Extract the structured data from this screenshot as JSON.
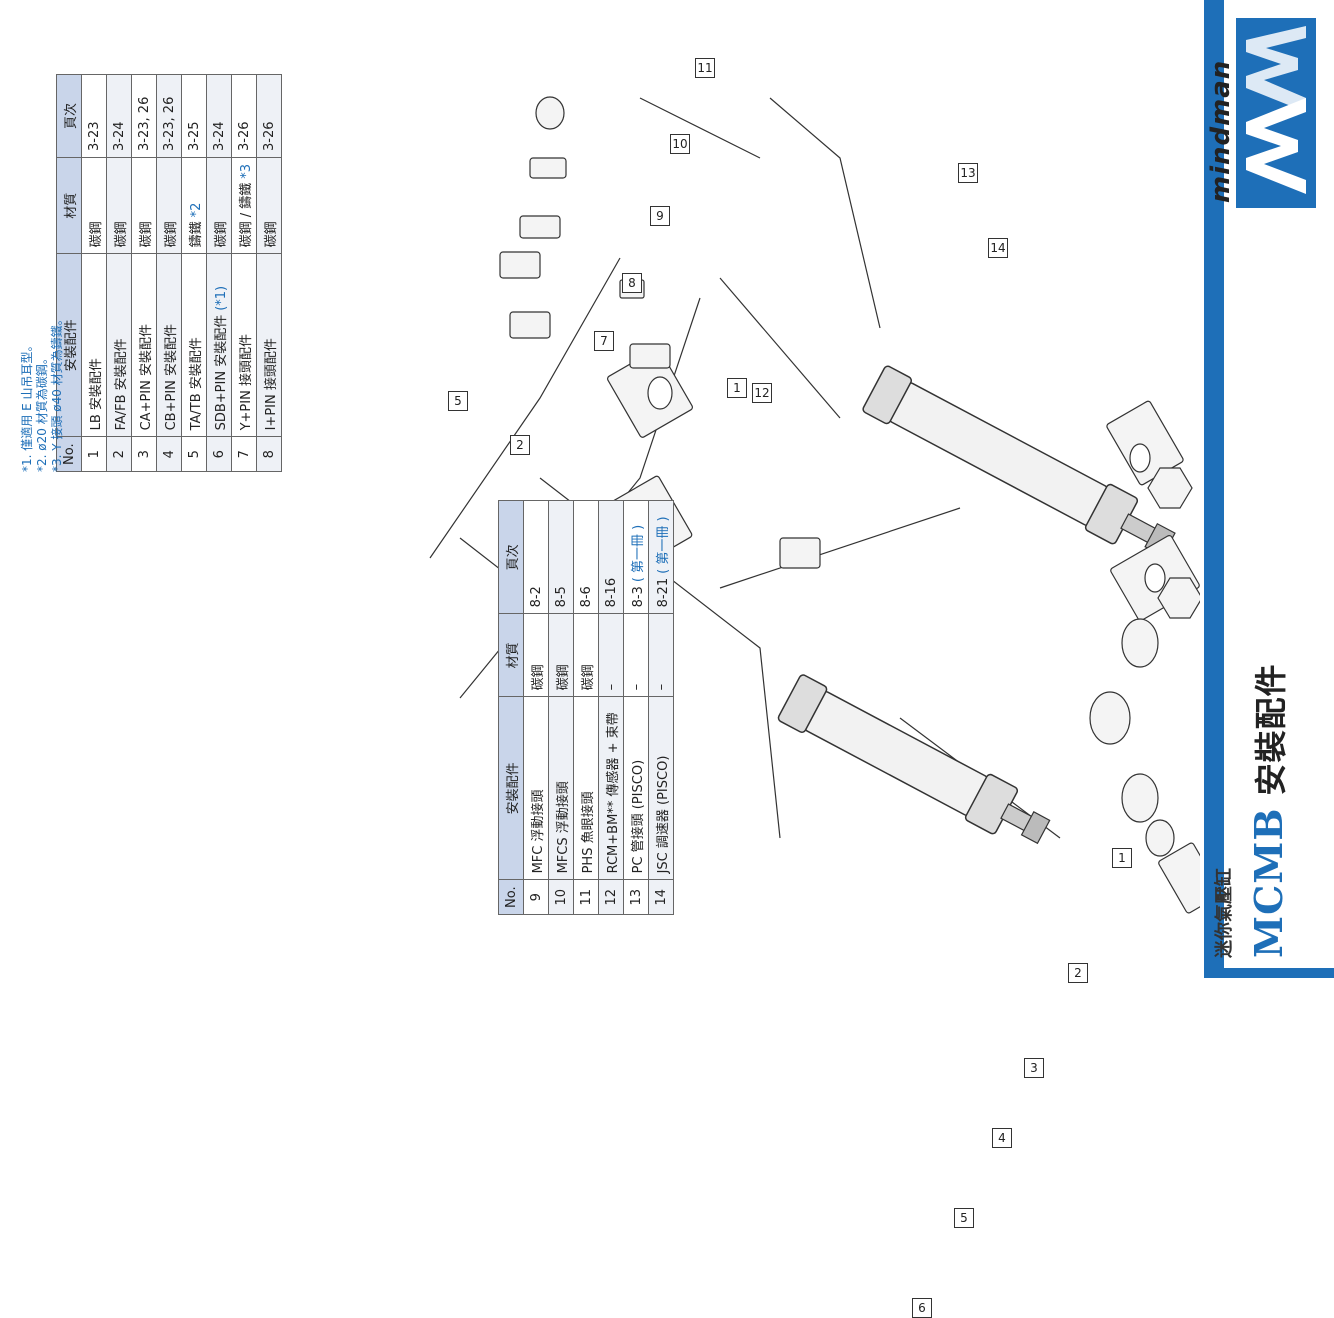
{
  "header": {
    "title": "MCMB",
    "title_zh": "安裝配件",
    "subtitle": "迷你氣壓缸",
    "brand": "mindman"
  },
  "table1": {
    "headers": [
      "No.",
      "安裝配件",
      "材質",
      "頁次"
    ],
    "rows": [
      {
        "no": "1",
        "name": "LB 安裝配件",
        "material": "碳鋼",
        "page": "3-23"
      },
      {
        "no": "2",
        "name": "FA/FB 安裝配件",
        "material": "碳鋼",
        "page": "3-24"
      },
      {
        "no": "3",
        "name": "CA+PIN 安裝配件",
        "material": "碳鋼",
        "page": "3-23, 26"
      },
      {
        "no": "4",
        "name": "CB+PIN 安裝配件",
        "material": "碳鋼",
        "page": "3-23, 26"
      },
      {
        "no": "5",
        "name": "TA/TB 安裝配件",
        "material": "鑄鐵",
        "material_note": "*2",
        "page": "3-25"
      },
      {
        "no": "6",
        "name": "SDB+PIN 安裝配件",
        "name_note": "(*1)",
        "material": "碳鋼",
        "page": "3-24"
      },
      {
        "no": "7",
        "name": "Y+PIN 接頭配件",
        "material": "碳鋼 / 鑄鐵",
        "material_note": "*3",
        "page": "3-26"
      },
      {
        "no": "8",
        "name": "I+PIN 接頭配件",
        "material": "碳鋼",
        "page": "3-26"
      }
    ]
  },
  "table2": {
    "headers": [
      "No.",
      "安裝配件",
      "材質",
      "頁次"
    ],
    "rows": [
      {
        "no": "9",
        "name": "MFC 浮動接頭",
        "material": "碳鋼",
        "page": "8-2"
      },
      {
        "no": "10",
        "name": "MFCS 浮動接頭",
        "material": "碳鋼",
        "page": "8-5"
      },
      {
        "no": "11",
        "name": "PHS 魚眼接頭",
        "material": "碳鋼",
        "page": "8-6"
      },
      {
        "no": "12",
        "name": "RCM+BM** 傳感器 + 束帶",
        "material": "–",
        "page": "8-16"
      },
      {
        "no": "13",
        "name": "PC 管接頭 (PISCO)",
        "material": "–",
        "page": "8-3",
        "page_note": "( 第一冊 )"
      },
      {
        "no": "14",
        "name": "JSC 調速器 (PISCO)",
        "material": "–",
        "page": "8-21",
        "page_note": "( 第一冊 )"
      }
    ]
  },
  "notes": [
    "*1. 僅適用 E 山吊耳型。",
    "*2. ø20 材質為碳鋼。",
    "*3. Y 接頭 ø40 材質為鑄鐵。"
  ],
  "callouts": {
    "c1a": "1",
    "c2a": "2",
    "c5a": "5",
    "c7": "7",
    "c8": "8",
    "c9": "9",
    "c10": "10",
    "c11": "11",
    "c13": "13",
    "c14": "14",
    "c12": "12",
    "c1b": "1",
    "c2b": "2",
    "c3": "3",
    "c4": "4",
    "c5b": "5",
    "c6": "6"
  },
  "colors": {
    "accent": "#1e6fb8",
    "table_header": "#c9d5ea"
  }
}
